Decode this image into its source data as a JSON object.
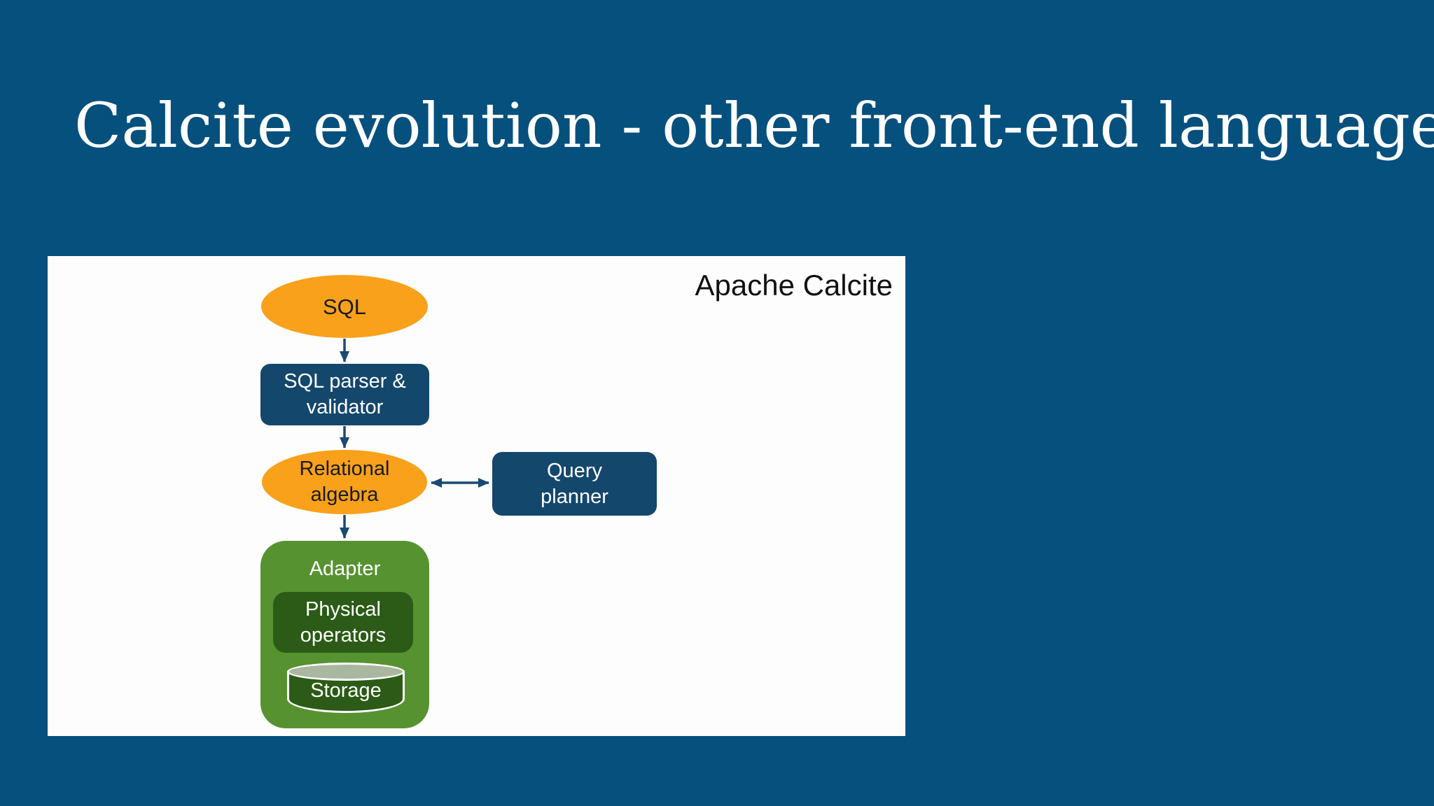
{
  "slide": {
    "title": "Calcite evolution - other front-end languages"
  },
  "colors": {
    "background": "#05507D",
    "panel": "#FDFDFD",
    "node_orange": "#F9A11B",
    "node_navy": "#14476C",
    "node_green": "#579231",
    "node_dark_green": "#2B5B16",
    "cylinder_top": "#A9B7A1",
    "arrow": "#1A4A74",
    "title_text": "#FFFFFF",
    "dark_text": "#1A1A1A",
    "light_text": "#FFFFFF"
  },
  "diagram": {
    "heading": "Apache Calcite",
    "nodes": {
      "sql": {
        "label": "SQL",
        "shape": "ellipse"
      },
      "parser": {
        "label": "SQL parser & validator",
        "line1": "SQL parser &",
        "line2": "validator",
        "shape": "rounded-rect"
      },
      "relational_algebra": {
        "label": "Relational algebra",
        "line1": "Relational",
        "line2": "algebra",
        "shape": "ellipse"
      },
      "query_planner": {
        "label": "Query planner",
        "line1": "Query",
        "line2": "planner",
        "shape": "rounded-rect"
      },
      "adapter": {
        "label": "Adapter",
        "shape": "rounded-rect-container"
      },
      "physical_operators": {
        "label": "Physical operators",
        "line1": "Physical",
        "line2": "operators",
        "shape": "rounded-rect"
      },
      "storage": {
        "label": "Storage",
        "shape": "cylinder"
      }
    },
    "edges": [
      {
        "from": "sql",
        "to": "parser",
        "direction": "down"
      },
      {
        "from": "parser",
        "to": "relational_algebra",
        "direction": "down"
      },
      {
        "from": "relational_algebra",
        "to": "query_planner",
        "direction": "bidirectional"
      },
      {
        "from": "relational_algebra",
        "to": "adapter",
        "direction": "down"
      }
    ]
  }
}
